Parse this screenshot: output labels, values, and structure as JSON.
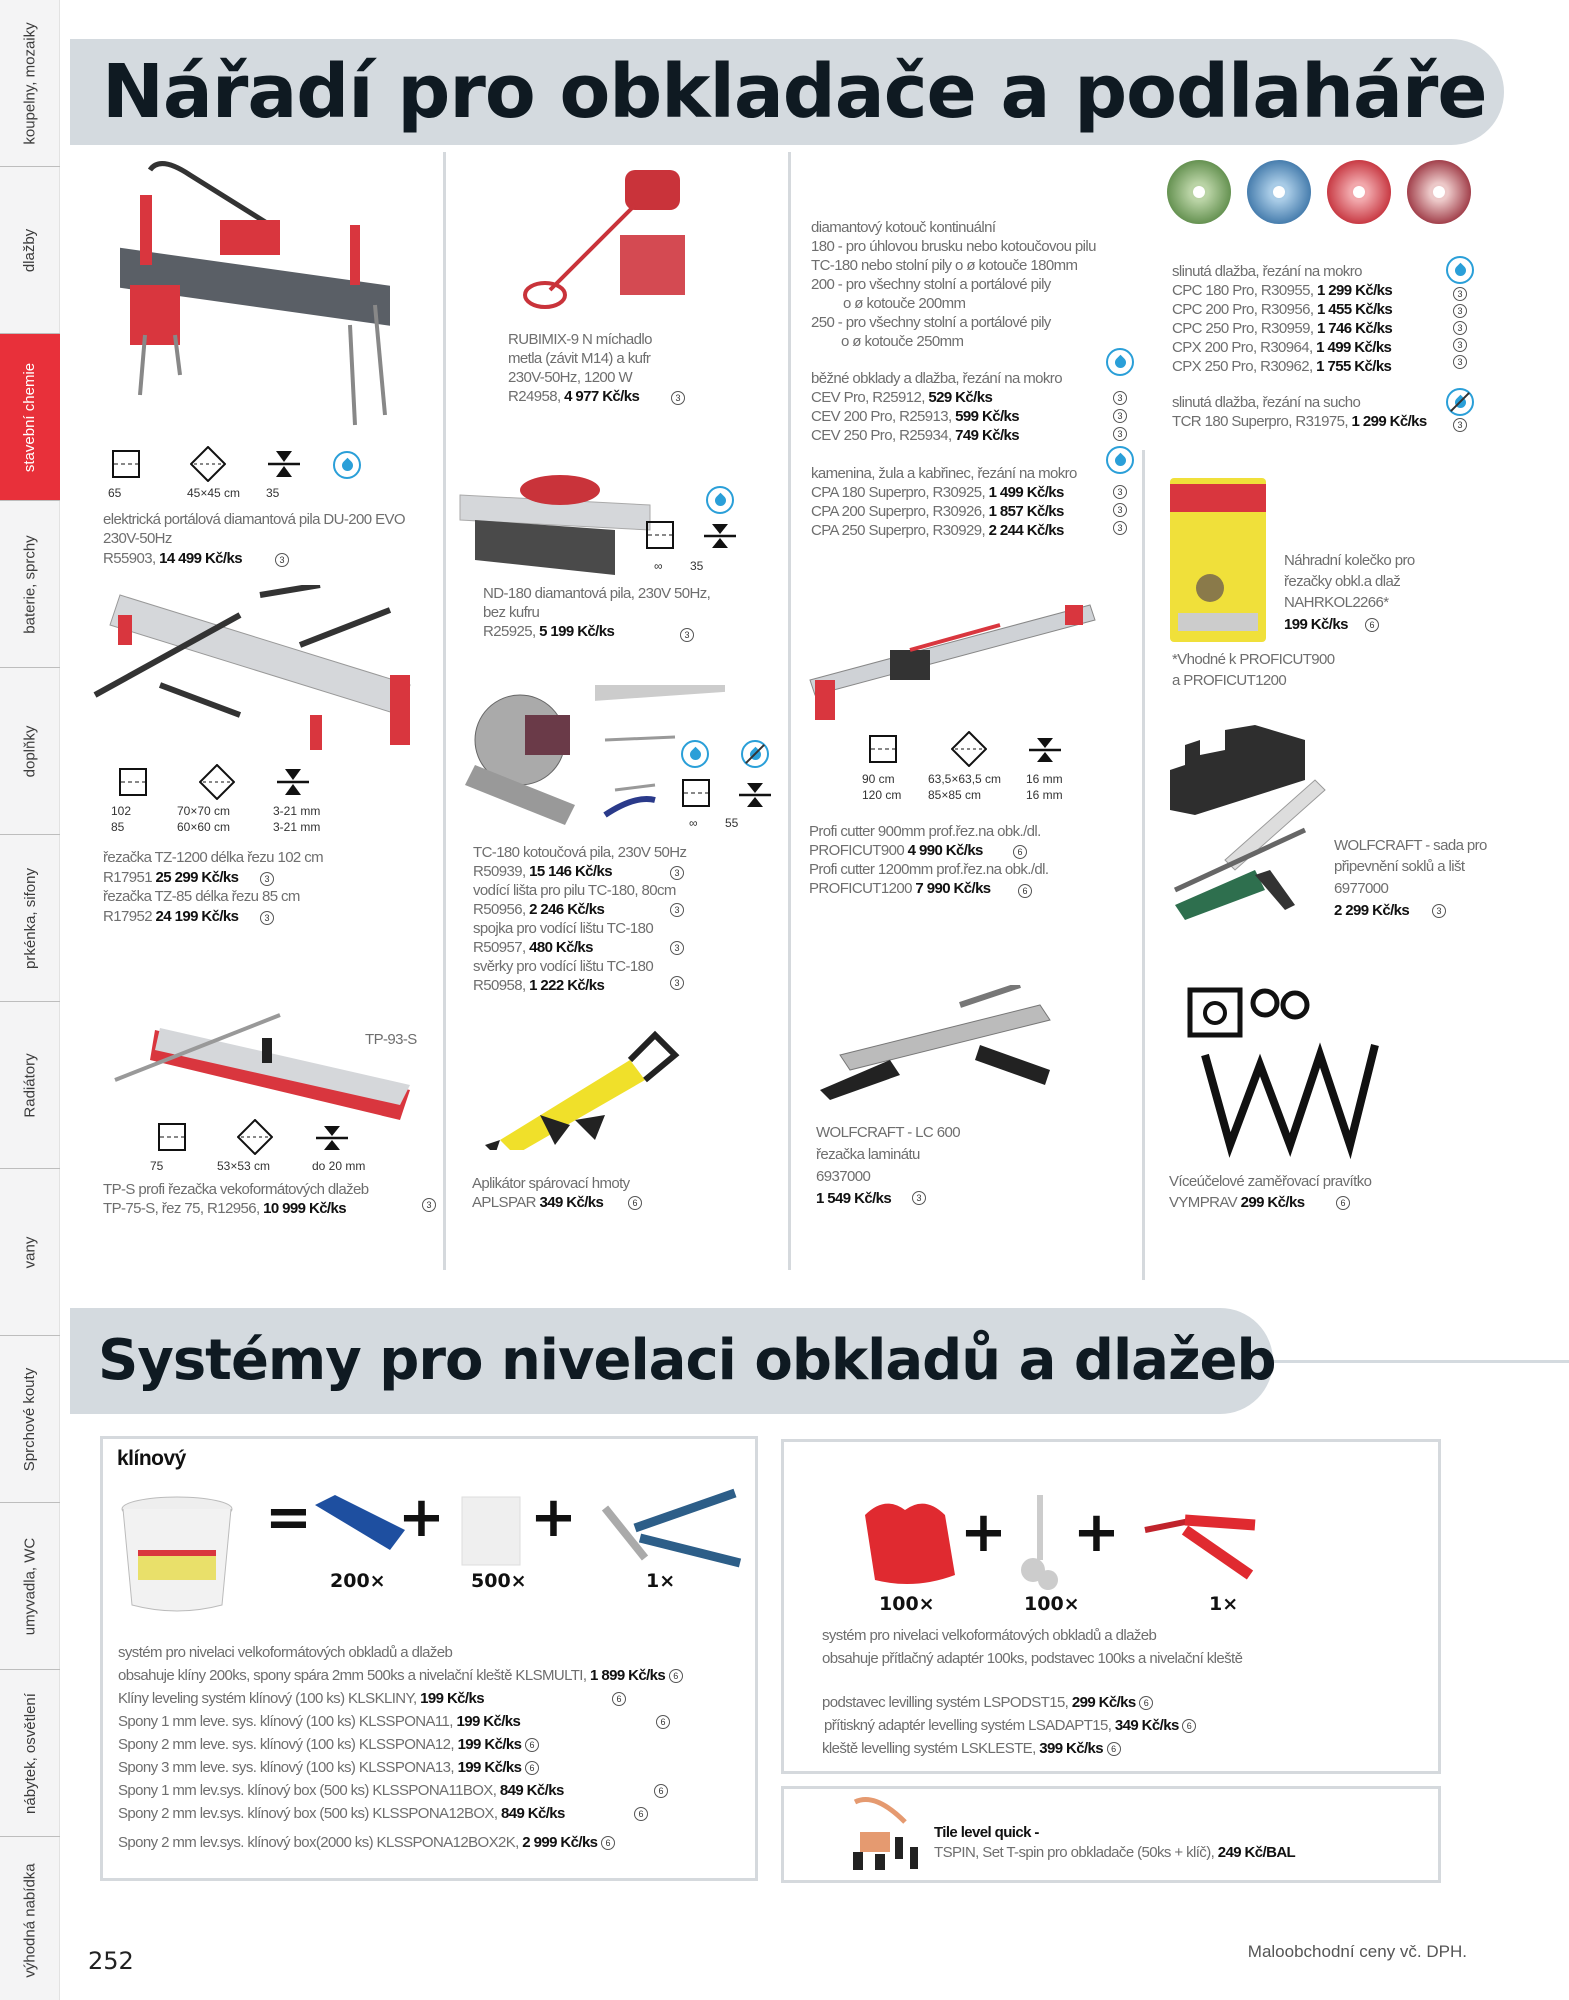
{
  "sidebar": {
    "items": [
      {
        "label": "koupelny, mozaiky",
        "active": false
      },
      {
        "label": "dlažby",
        "active": false
      },
      {
        "label": "stavební chemie",
        "active": true
      },
      {
        "label": "baterie, sprchy",
        "active": false
      },
      {
        "label": "doplňky",
        "active": false
      },
      {
        "label": "prkénka, sifony",
        "active": false
      },
      {
        "label": "Radiátory",
        "active": false
      },
      {
        "label": "vany",
        "active": false
      },
      {
        "label": "Sprchové kouty",
        "active": false
      },
      {
        "label": "umyvadla, WC",
        "active": false
      },
      {
        "label": "nábytek, osvětlení",
        "active": false
      },
      {
        "label": "výhodná nabídka",
        "active": false
      }
    ],
    "active_color": "#e8303a"
  },
  "section1": {
    "title": "Nářadí pro obkladače a podlaháře",
    "products": {
      "du200": {
        "specs": {
          "cut_length": "65",
          "diagonal": "45×45 cm",
          "thickness": "35"
        },
        "name_line1": "elektrická portálová diamantová pila DU-200 EVO",
        "name_line2": "230V-50Hz",
        "code": "R55903,",
        "price": "14 499 Kč/ks",
        "badge": "3"
      },
      "tz": {
        "specs": {
          "cut_length_1": "102",
          "cut_length_2": "85",
          "diagonal_1": "70×70 cm",
          "diagonal_2": "60×60 cm",
          "thickness_1": "3-21 mm",
          "thickness_2": "3-21 mm"
        },
        "items": [
          {
            "name": "řezačka TZ-1200 délka řezu 102 cm",
            "code": "R17951",
            "price": "25 299 Kč/ks",
            "badge": "3"
          },
          {
            "name": "řezačka TZ-85 délka řezu 85 cm",
            "code": "R17952",
            "price": "24 199 Kč/ks",
            "badge": "3"
          }
        ]
      },
      "tps": {
        "image_label": "TP-93-S",
        "specs": {
          "cut_length": "75",
          "diagonal": "53×53 cm",
          "thickness": "do 20 mm"
        },
        "name_line1": "TP-S profi řezačka vekoformátových dlažeb",
        "name_line2": "TP-75-S, řez 75, R12956,",
        "price": "10 999 Kč/ks",
        "badge": "3"
      },
      "rubimix": {
        "name_line1": "RUBIMIX-9 N míchadlo",
        "name_line2": "metla (závit M14) a kufr",
        "name_line3": "230V-50Hz, 1200 W",
        "code": "R24958,",
        "price": "4 977 Kč/ks",
        "badge": "3"
      },
      "nd180": {
        "specs": {
          "cut_length": "∞",
          "thickness": "35"
        },
        "name_line1": "ND-180 diamantová pila, 230V 50Hz,",
        "name_line2": "bez kufru",
        "code": "R25925,",
        "price": "5 199 Kč/ks",
        "badge": "3"
      },
      "tc180": {
        "specs": {
          "cut_length": "∞",
          "thickness": "55"
        },
        "items": [
          {
            "name": "TC-180 kotoučová pila, 230V 50Hz",
            "code": "R50939,",
            "price": "15 146 Kč/ks",
            "badge": "3"
          },
          {
            "name": "vodící lišta pro pilu TC-180, 80cm",
            "code": "R50956,",
            "price": "2 246 Kč/ks",
            "badge": "3"
          },
          {
            "name": "spojka pro vodící lištu TC-180",
            "code": "R50957,",
            "price": "480 Kč/ks",
            "badge": "3"
          },
          {
            "name": "svěrky pro vodící lištu TC-180",
            "code": "R50958,",
            "price": "1 222 Kč/ks",
            "badge": "3"
          }
        ]
      },
      "aplspar": {
        "name": "Aplikátor spárovací hmoty",
        "code": "APLSPAR",
        "price": "349 Kč/ks",
        "badge": "6"
      },
      "discs": {
        "intro": [
          "diamantový kotouč kontinuální",
          "180 - pro úhlovou brusku nebo kotoučovou pilu",
          "TC-180 nebo stolní pily o ø kotouče 180mm",
          "200 - pro všechny stolní a portálové pily",
          "o ø kotouče 200mm",
          "250 - pro všechny stolní a portálové pily",
          "o ø kotouče 250mm"
        ],
        "groups": [
          {
            "title": "běžné obklady a dlažba, řezání na mokro",
            "items": [
              {
                "text": "CEV Pro, R25912,",
                "price": "529 Kč/ks",
                "badge": "3"
              },
              {
                "text": "CEV 200 Pro, R25913,",
                "price": "599 Kč/ks",
                "badge": "3"
              },
              {
                "text": "CEV 250 Pro, R25934,",
                "price": "749 Kč/ks",
                "badge": "3"
              }
            ]
          },
          {
            "title": "kamenina, žula a kabřinec, řezání na mokro",
            "items": [
              {
                "text": "CPA 180 Superpro, R30925,",
                "price": "1 499 Kč/ks",
                "badge": "3"
              },
              {
                "text": "CPA 200 Superpro, R30926,",
                "price": "1 857 Kč/ks",
                "badge": "3"
              },
              {
                "text": "CPA 250 Superpro, R30929,",
                "price": "2 244 Kč/ks",
                "badge": "3"
              }
            ]
          },
          {
            "title": "slinutá dlažba, řezání na mokro",
            "items": [
              {
                "text": "CPC 180 Pro, R30955,",
                "price": "1 299 Kč/ks",
                "badge": "3"
              },
              {
                "text": "CPC 200 Pro, R30956,",
                "price": "1 455 Kč/ks",
                "badge": "3"
              },
              {
                "text": "CPC 250 Pro, R30959,",
                "price": "1 746 Kč/ks",
                "badge": "3"
              },
              {
                "text": "CPX 200 Pro, R30964,",
                "price": "1 499 Kč/ks",
                "badge": "3"
              },
              {
                "text": "CPX 250 Pro, R30962,",
                "price": "1 755 Kč/ks",
                "badge": "3"
              }
            ]
          },
          {
            "title": "slinutá dlažba, řezání na sucho",
            "items": [
              {
                "text": "TCR 180 Superpro, R31975,",
                "price": "1 299 Kč/ks",
                "badge": "3"
              }
            ]
          }
        ],
        "disc_colors": [
          "#6f9a5a",
          "#4a82b0",
          "#c8404a",
          "#a8404a"
        ]
      },
      "proficut": {
        "specs": {
          "cut_length_1": "90 cm",
          "cut_length_2": "120 cm",
          "diagonal_1": "63,5×63,5 cm",
          "diagonal_2": "85×85 cm",
          "thickness_1": "16 mm",
          "thickness_2": "16 mm"
        },
        "items": [
          {
            "name": "Profi cutter 900mm prof.řez.na obk./dl.",
            "code": "PROFICUT900",
            "price": "4 990 Kč/ks",
            "badge": "6"
          },
          {
            "name": "Profi cutter 1200mm prof.řez.na obk./dl.",
            "code": "PROFICUT1200",
            "price": "7 990 Kč/ks",
            "badge": "6"
          }
        ]
      },
      "lc600": {
        "name_line1": "WOLFCRAFT - LC 600",
        "name_line2": "řezačka laminátu",
        "code": "6937000",
        "price": "1 549 Kč/ks",
        "badge": "3"
      },
      "nahrkol": {
        "name_line1": "Náhradní kolečko pro",
        "name_line2": "řezačky obkl.a dlaž",
        "code": "NAHRKOL2266*",
        "price": "199 Kč/ks",
        "badge": "6",
        "note_line1": "*Vhodné k PROFICUT900",
        "note_line2": "a PROFICUT1200"
      },
      "wolfcraft_sokl": {
        "name_line1": "WOLFCRAFT - sada pro",
        "name_line2": "připevnění soklů a lišt",
        "code": "6977000",
        "price": "2 299 Kč/ks",
        "badge": "3"
      },
      "vymprav": {
        "name": "Víceúčelové zaměřovací pravítko",
        "code": "VYMPRAV",
        "price": "299 Kč/ks",
        "badge": "6"
      }
    }
  },
  "section2": {
    "title": "Systémy pro nivelaci obkladů a dlažeb",
    "wedge": {
      "title": "klínový",
      "qty": [
        "200×",
        "500×",
        "1×"
      ],
      "desc_line1": "systém pro nivelaci velkoformátových obkladů a dlažeb",
      "desc_line2": "obsahuje klíny 200ks, spony spára 2mm 500ks a nivelační kleště KLSMULTI,",
      "desc_price": "1 899 Kč/ks",
      "desc_badge": "6",
      "items": [
        {
          "text": "Klíny leveling systém klínový (100 ks) KLSKLINY,",
          "price": "199 Kč/ks",
          "badge": "6"
        },
        {
          "text": "Spony 1 mm leve. sys. klínový (100 ks) KLSSPONA11,",
          "price": "199 Kč/ks",
          "badge": "6"
        },
        {
          "text": "Spony 2 mm leve. sys. klínový (100 ks) KLSSPONA12,",
          "price": "199 Kč/ks",
          "badge": "6"
        },
        {
          "text": "Spony 3 mm leve. sys. klínový (100 ks) KLSSPONA13,",
          "price": "199 Kč/ks",
          "badge": "6"
        },
        {
          "text": "Spony 1 mm lev.sys. klínový box (500 ks) KLSSPONA11BOX,",
          "price": "849 Kč/ks",
          "badge": "6"
        },
        {
          "text": "Spony 2 mm lev.sys. klínový box (500 ks) KLSSPONA12BOX,",
          "price": "849 Kč/ks",
          "badge": "6"
        },
        {
          "text": "Spony 2 mm lev.sys. klínový box(2000 ks) KLSSPONA12BOX2K,",
          "price": "2 999 Kč/ks",
          "badge": "6"
        }
      ]
    },
    "screw": {
      "qty": [
        "100×",
        "100×",
        "1×"
      ],
      "desc_line1": "systém pro nivelaci velkoformátových obkladů a dlažeb",
      "desc_line2": "obsahuje přítlačný adaptér 100ks, podstavec 100ks a nivelační kleště",
      "items": [
        {
          "text": "podstavec levilling systém LSPODST15,",
          "price": "299 Kč/ks",
          "badge": "6"
        },
        {
          "text": "přítiskný adaptér levelling systém LSADAPT15,",
          "price": "349 Kč/ks",
          "badge": "6"
        },
        {
          "text": "kleště levelling systém LSKLESTE,",
          "price": "399 Kč/ks",
          "badge": "6"
        }
      ]
    },
    "tspin": {
      "title": "Tile level quick -",
      "text": "TSPIN, Set T-spin pro obkladače (50ks + klíč),",
      "price": "249 Kč/BAL"
    }
  },
  "footer": {
    "page_number": "252",
    "note": "Maloobchodní ceny vč. DPH."
  }
}
